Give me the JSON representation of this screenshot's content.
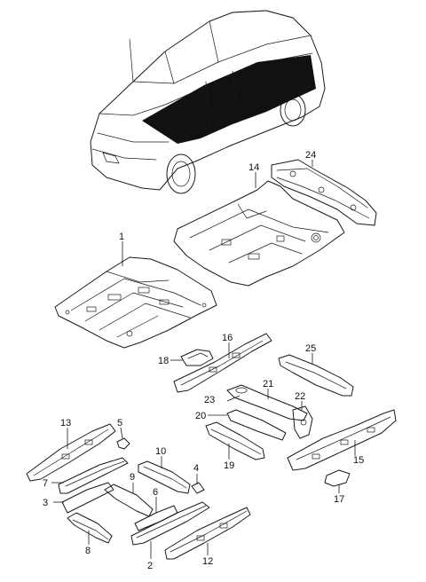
{
  "diagram": {
    "callouts": [
      {
        "id": "c1",
        "label": "1"
      },
      {
        "id": "c2",
        "label": "2"
      },
      {
        "id": "c3",
        "label": "3"
      },
      {
        "id": "c4",
        "label": "4"
      },
      {
        "id": "c5",
        "label": "5"
      },
      {
        "id": "c6",
        "label": "6"
      },
      {
        "id": "c7",
        "label": "7"
      },
      {
        "id": "c8",
        "label": "8"
      },
      {
        "id": "c9",
        "label": "9"
      },
      {
        "id": "c10",
        "label": "10"
      },
      {
        "id": "c12",
        "label": "12"
      },
      {
        "id": "c13",
        "label": "13"
      },
      {
        "id": "c14",
        "label": "14"
      },
      {
        "id": "c15",
        "label": "15"
      },
      {
        "id": "c16",
        "label": "16"
      },
      {
        "id": "c17",
        "label": "17"
      },
      {
        "id": "c18",
        "label": "18"
      },
      {
        "id": "c19",
        "label": "19"
      },
      {
        "id": "c20",
        "label": "20"
      },
      {
        "id": "c21",
        "label": "21"
      },
      {
        "id": "c22",
        "label": "22"
      },
      {
        "id": "c23",
        "label": "23"
      },
      {
        "id": "c24",
        "label": "24"
      },
      {
        "id": "c25",
        "label": "25"
      }
    ],
    "colors": {
      "line": "#1a1a1a",
      "highlight": "#111111",
      "background": "#ffffff"
    }
  }
}
